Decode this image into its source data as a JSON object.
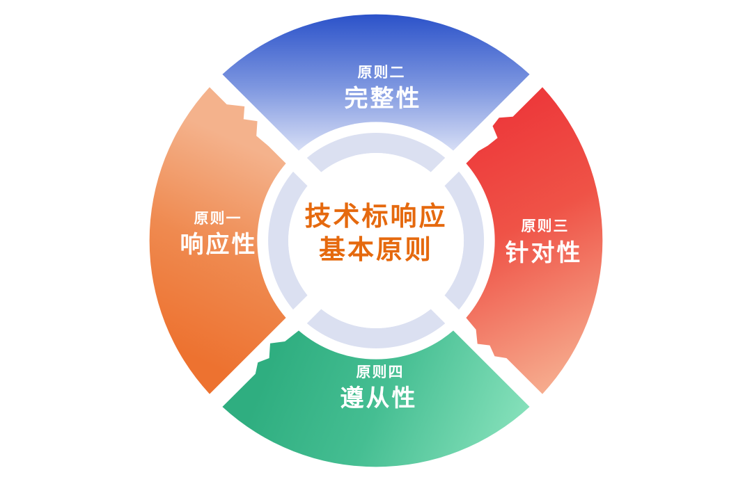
{
  "diagram": {
    "background_color": "#FFFFFF",
    "ring_color": "#DBE0F1",
    "label_color": "#FFFFFF",
    "center": {
      "line1": "技术标响应",
      "line2": "基本原则",
      "text_color": "#E5690E",
      "circle_color": "#FFFFFF"
    },
    "segments": [
      {
        "position": "top",
        "principle": "原则二",
        "label": "完整性",
        "g1": "#2B52C9",
        "g2": "#7E97E0",
        "g3": "#E6EAF9"
      },
      {
        "position": "right",
        "principle": "原则三",
        "label": "针对性",
        "g1": "#ED3A3B",
        "g2": "#EF5347",
        "g3": "#F6AC8E"
      },
      {
        "position": "bottom",
        "principle": "原则四",
        "label": "遵从性",
        "g1": "#2FAE80",
        "g2": "#45BE92",
        "g3": "#85E0BA"
      },
      {
        "position": "left",
        "principle": "原则一",
        "label": "响应性",
        "g1": "#ED7230",
        "g2": "#EF8A50",
        "g3": "#F4B28C"
      }
    ]
  }
}
